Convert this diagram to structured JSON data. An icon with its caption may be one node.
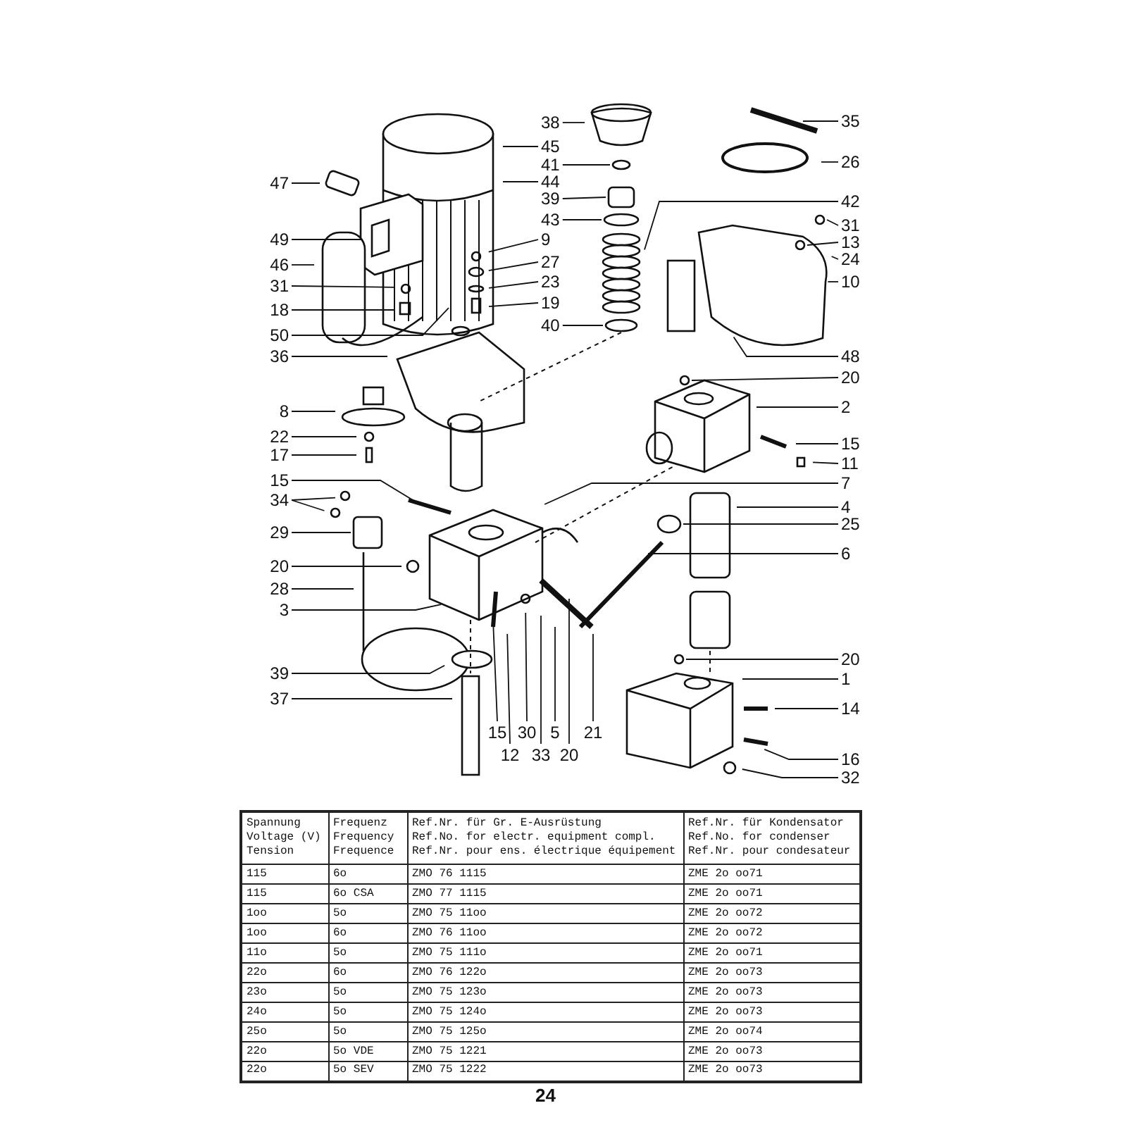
{
  "diagram": {
    "nodes": [
      {
        "text": [
          "38"
        ]
      },
      {
        "text": [
          "35"
        ]
      },
      {
        "text": [
          "45"
        ]
      },
      {
        "text": [
          "26"
        ]
      },
      {
        "text": [
          "41"
        ]
      },
      {
        "text": [
          "44"
        ]
      },
      {
        "text": [
          "47"
        ]
      },
      {
        "text": [
          "39"
        ]
      },
      {
        "text": [
          "42"
        ]
      },
      {
        "text": [
          "43"
        ]
      },
      {
        "text": [
          "31"
        ]
      },
      {
        "text": [
          "9"
        ]
      },
      {
        "text": [
          "13"
        ]
      },
      {
        "text": [
          "49"
        ]
      },
      {
        "text": [
          "24"
        ]
      },
      {
        "text": [
          "27"
        ]
      },
      {
        "text": [
          "46"
        ]
      },
      {
        "text": [
          "10"
        ]
      },
      {
        "text": [
          "23"
        ]
      },
      {
        "text": [
          "31"
        ]
      },
      {
        "text": [
          "19"
        ]
      },
      {
        "text": [
          "18"
        ]
      },
      {
        "text": [
          "40"
        ]
      },
      {
        "text": [
          "50"
        ]
      },
      {
        "text": [
          "36"
        ]
      },
      {
        "text": [
          "48"
        ]
      },
      {
        "text": [
          "20"
        ]
      },
      {
        "text": [
          "8"
        ]
      },
      {
        "text": [
          "2"
        ]
      },
      {
        "text": [
          "22"
        ]
      },
      {
        "text": [
          "15"
        ]
      },
      {
        "text": [
          "17"
        ]
      },
      {
        "text": [
          "11"
        ]
      },
      {
        "text": [
          "15"
        ]
      },
      {
        "text": [
          "7"
        ]
      },
      {
        "text": [
          "34"
        ]
      },
      {
        "text": [
          "4"
        ]
      },
      {
        "text": [
          "25"
        ]
      },
      {
        "text": [
          "29"
        ]
      },
      {
        "text": [
          "6"
        ]
      },
      {
        "text": [
          "20"
        ]
      },
      {
        "text": [
          "28"
        ]
      },
      {
        "text": [
          "3"
        ]
      },
      {
        "text": [
          "20"
        ]
      },
      {
        "text": [
          "39"
        ]
      },
      {
        "text": [
          "1"
        ]
      },
      {
        "text": [
          "37"
        ]
      },
      {
        "text": [
          "14"
        ]
      },
      {
        "text": [
          "15"
        ]
      },
      {
        "text": [
          "30"
        ]
      },
      {
        "text": [
          "5"
        ]
      },
      {
        "text": [
          "21"
        ]
      },
      {
        "text": [
          "12"
        ]
      },
      {
        "text": [
          "33"
        ]
      },
      {
        "text": [
          "20"
        ]
      },
      {
        "text": [
          "16"
        ]
      },
      {
        "text": [
          "32"
        ]
      },
      {
        "text": [],
        "shape": "circle"
      },
      {
        "text": [],
        "shape": "box"
      },
      {
        "text": [],
        "shape": "circle"
      },
      {
        "text": [],
        "shape": "circle"
      },
      {
        "text": [],
        "shape": "circle"
      },
      {
        "text": [],
        "shape": "circle"
      },
      {
        "text": [],
        "shape": "circle"
      },
      {
        "text": [],
        "shape": "circle"
      },
      {
        "text": [],
        "shape": "box"
      },
      {
        "text": [],
        "shape": "box"
      }
    ],
    "edges": [
      {
        "from": 0,
        "to": null,
        "arrow": "none"
      },
      {
        "from": 1,
        "to": null,
        "arrow": "none"
      },
      {
        "from": 2,
        "to": null,
        "arrow": "none"
      },
      {
        "from": 3,
        "to": null,
        "arrow": "none"
      },
      {
        "from": 4,
        "to": 57,
        "arrow": "none"
      },
      {
        "from": 5,
        "to": null,
        "arrow": "none"
      },
      {
        "from": 6,
        "to": null,
        "arrow": "none"
      },
      {
        "from": 7,
        "to": 58,
        "arrow": "none"
      },
      {
        "from": 8,
        "to": null,
        "arrow": "none"
      },
      {
        "from": 9,
        "to": 59,
        "arrow": "none"
      },
      {
        "from": 10,
        "to": 60,
        "arrow": "none"
      },
      {
        "from": 11,
        "to": null,
        "arrow": "none"
      },
      {
        "from": 12,
        "to": 66,
        "arrow": "none"
      },
      {
        "from": 13,
        "to": null,
        "arrow": "none"
      },
      {
        "from": 14,
        "to": null,
        "arrow": "none"
      },
      {
        "from": 15,
        "to": null,
        "arrow": "none"
      },
      {
        "from": 16,
        "to": null,
        "arrow": "none"
      },
      {
        "from": 17,
        "to": null,
        "arrow": "none"
      },
      {
        "from": 18,
        "to": null,
        "arrow": "none"
      },
      {
        "from": 19,
        "to": null,
        "arrow": "none"
      },
      {
        "from": 20,
        "to": null,
        "arrow": "none"
      },
      {
        "from": 21,
        "to": null,
        "arrow": "none"
      },
      {
        "from": 22,
        "to": 61,
        "arrow": "none"
      },
      {
        "from": 23,
        "to": null,
        "arrow": "none"
      },
      {
        "from": 24,
        "to": null,
        "arrow": "none"
      },
      {
        "from": 25,
        "to": null,
        "arrow": "none"
      },
      {
        "from": 26,
        "to": 62,
        "arrow": "none"
      },
      {
        "from": 27,
        "to": null,
        "arrow": "none"
      },
      {
        "from": 28,
        "to": null,
        "arrow": "none"
      },
      {
        "from": 29,
        "to": null,
        "arrow": "none"
      },
      {
        "from": 30,
        "to": null,
        "arrow": "none"
      },
      {
        "from": 31,
        "to": null,
        "arrow": "none"
      },
      {
        "from": 32,
        "to": null,
        "arrow": "none"
      },
      {
        "from": 33,
        "to": null,
        "arrow": "none"
      },
      {
        "from": 34,
        "to": null,
        "arrow": "none"
      },
      {
        "from": 35,
        "to": null,
        "arrow": "none"
      },
      {
        "from": 35,
        "to": null,
        "arrow": "none"
      },
      {
        "from": 36,
        "to": null,
        "arrow": "none"
      },
      {
        "from": 37,
        "to": 63,
        "arrow": "none"
      },
      {
        "from": 38,
        "to": 65,
        "arrow": "none"
      },
      {
        "from": 39,
        "to": null,
        "arrow": "none"
      },
      {
        "from": 40,
        "to": null,
        "arrow": "none"
      },
      {
        "from": 41,
        "to": null,
        "arrow": "none"
      },
      {
        "from": 42,
        "to": null,
        "arrow": "none"
      },
      {
        "from": 43,
        "to": 64,
        "arrow": "none"
      },
      {
        "from": 44,
        "to": null,
        "arrow": "none"
      },
      {
        "from": 45,
        "to": null,
        "arrow": "none"
      },
      {
        "from": 46,
        "to": null,
        "arrow": "none"
      },
      {
        "from": 47,
        "to": null,
        "arrow": "none"
      },
      {
        "from": 48,
        "to": null,
        "arrow": "none"
      },
      {
        "from": 49,
        "to": null,
        "arrow": "none"
      },
      {
        "from": 50,
        "to": null,
        "arrow": "none"
      },
      {
        "from": 51,
        "to": null,
        "arrow": "none"
      },
      {
        "from": 52,
        "to": null,
        "arrow": "none"
      },
      {
        "from": 53,
        "to": null,
        "arrow": "none"
      },
      {
        "from": 54,
        "to": null,
        "arrow": "none"
      },
      {
        "from": 55,
        "to": null,
        "arrow": "none"
      },
      {
        "from": 56,
        "to": null,
        "arrow": "none"
      }
    ],
    "labels": [
      "Spannung",
      "Voltage (V)",
      "Tension",
      "Frequenz",
      "Frequency",
      "Frequence",
      "Ref.Nr. für Gr. E-Ausrüstung",
      "Ref.No. for electr. equipment compl.",
      "Ref.Nr. pour ens. électrique équipement",
      "Ref.Nr. für Kondensator",
      "Ref.No. for condenser",
      "Ref.Nr. pour condesateur",
      "115",
      "6o",
      "ZMO 76 1115",
      "ZME 2o oo71",
      "115",
      "6o CSA",
      "ZMO 77 1115",
      "ZME 2o oo71",
      "1oo",
      "5o",
      "ZMO 75 11oo",
      "ZME 2o oo72",
      "1oo",
      "6o",
      "ZMO 76 11oo",
      "ZME 2o oo72",
      "11o",
      "5o",
      "ZMO 75 111o",
      "ZME 2o oo71",
      "22o",
      "6o",
      "ZMO 76 122o",
      "ZME 2o oo73",
      "23o",
      "5o",
      "ZMO 75 123o",
      "ZME 2o oo73",
      "24o",
      "5o",
      "ZMO 75 124o",
      "ZME 2o oo73",
      "25o",
      "5o",
      "ZMO 75 125o",
      "ZME 2o oo74",
      "22o",
      "5o VDE",
      "ZMO 75 1221",
      "ZME 2o oo73",
      "22o",
      "5o SEV",
      "ZMO 75 1222",
      "ZME 2o oo73",
      "24"
    ]
  }
}
